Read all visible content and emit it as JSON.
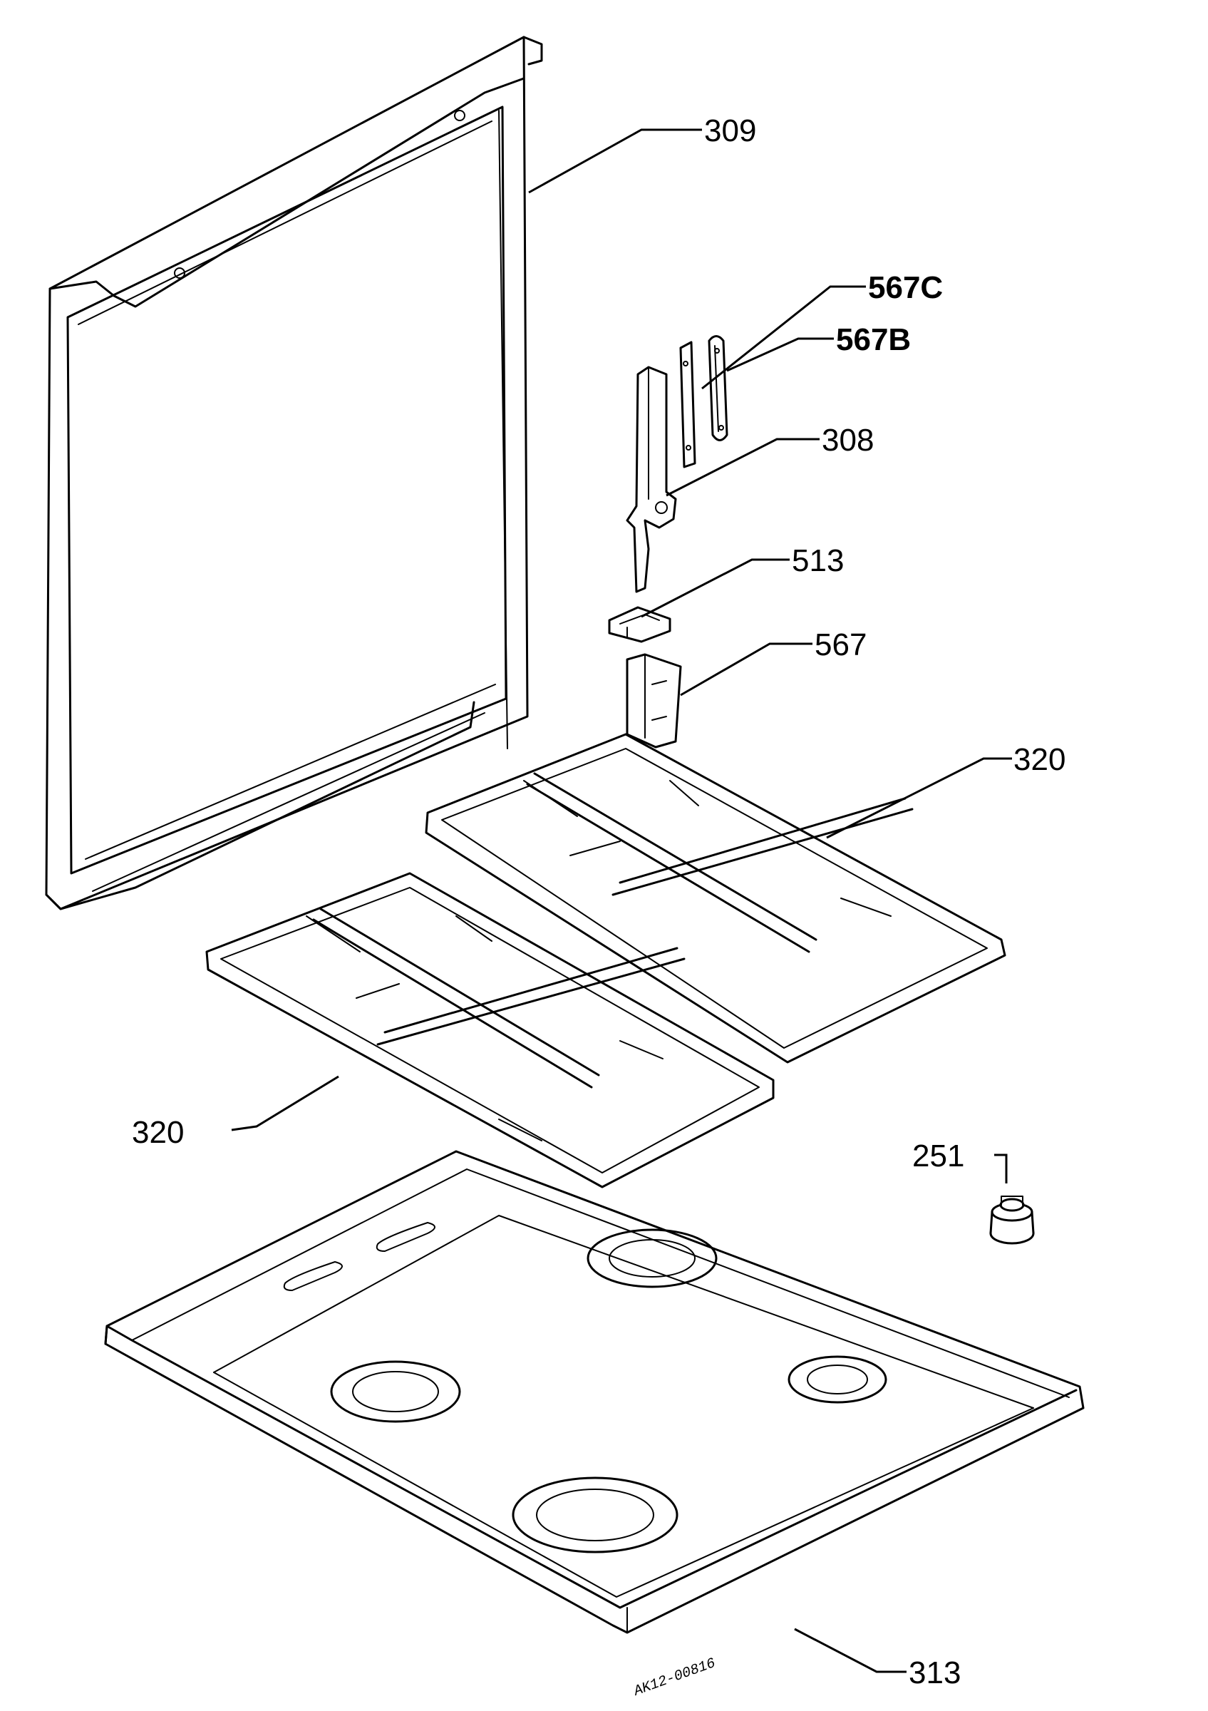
{
  "diagram": {
    "callouts": [
      {
        "id": "lid",
        "label": "309"
      },
      {
        "id": "hinge",
        "label": "308"
      },
      {
        "id": "hinge-plate-c",
        "label": "567C"
      },
      {
        "id": "hinge-plate-b",
        "label": "567B"
      },
      {
        "id": "clip",
        "label": "513"
      },
      {
        "id": "mount-plate",
        "label": "567"
      },
      {
        "id": "grid-right",
        "label": "320"
      },
      {
        "id": "grid-left",
        "label": "320"
      },
      {
        "id": "knob",
        "label": "251"
      },
      {
        "id": "hob-top",
        "label": "313"
      }
    ],
    "drawing_code": "AK12-00816"
  }
}
